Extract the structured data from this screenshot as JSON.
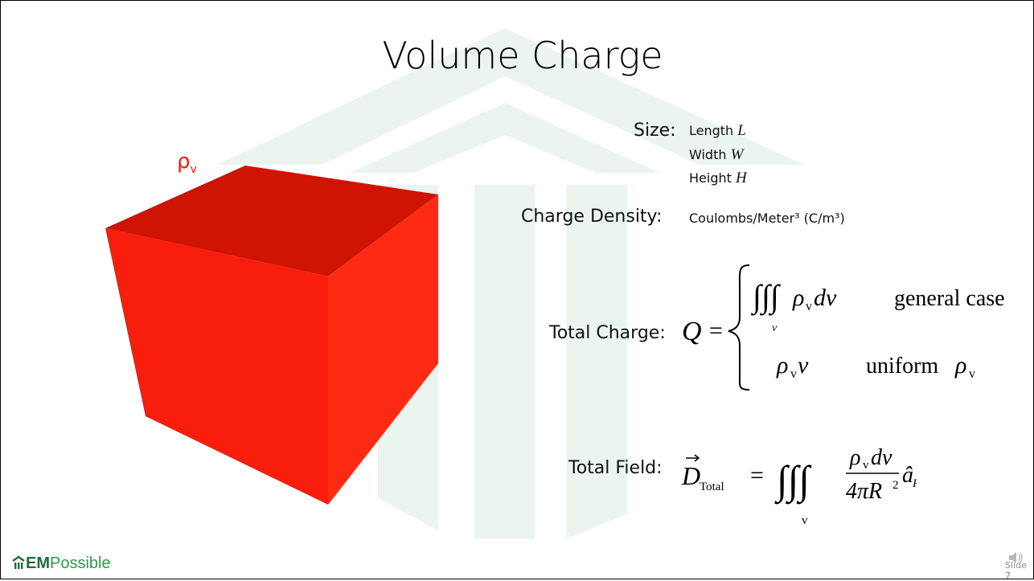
{
  "slide": {
    "title": "Volume Charge",
    "rho_symbol": "ρ",
    "rho_subscript": "v",
    "number": "Slide 7"
  },
  "properties": {
    "size_label": "Size:",
    "length_text": "Length",
    "length_var": "L",
    "width_text": "Width",
    "width_var": "W",
    "height_text": "Height",
    "height_var": "H",
    "density_label": "Charge Density:",
    "density_value": "Coulombs/Meter³ (C/m³)",
    "total_charge_label": "Total Charge:",
    "total_field_label": "Total Field:"
  },
  "equations": {
    "Q": "Q",
    "equals": "=",
    "integral_sub_v": "v",
    "rho": "ρ",
    "rho_sub": "v",
    "dv": "dv",
    "general_case": "general case",
    "v": "v",
    "uniform": "uniform",
    "D": "D",
    "D_sub": "Total",
    "integral_sub_field": "v",
    "denominator": "4πR",
    "power": "2",
    "a_hat": "â",
    "a_sub": "R"
  },
  "logo": {
    "em": "EM",
    "possible": "Possible"
  },
  "colors": {
    "cube_front": "#f81d0c",
    "cube_side": "#ff2a14",
    "cube_top": "#cf1403",
    "rho_label": "#e0221b",
    "watermark": "#e8f3ec",
    "logo_green": "#1f6d3a"
  }
}
